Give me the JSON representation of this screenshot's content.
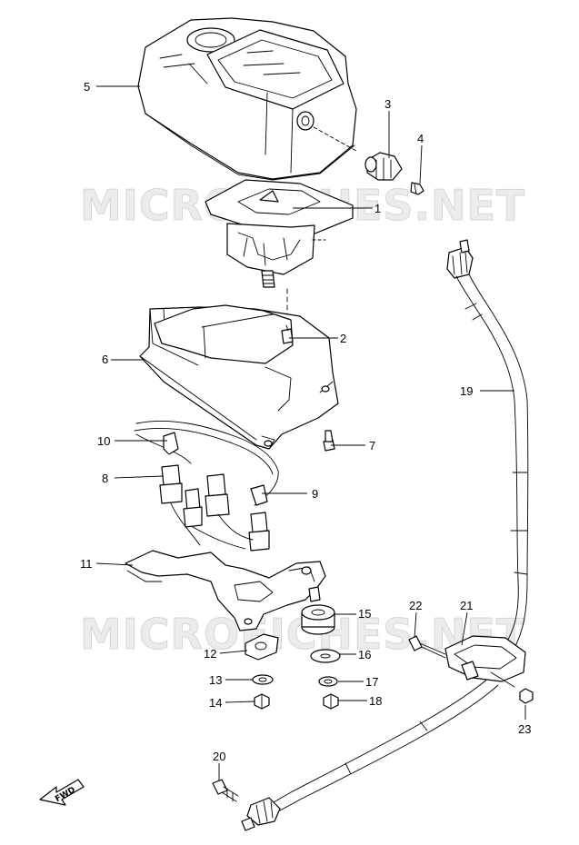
{
  "watermark": "MICROFICHES.NET",
  "direction_label": "FWD",
  "callouts": [
    {
      "id": "1",
      "label": "1",
      "target": "meter-case-assembly"
    },
    {
      "id": "2",
      "label": "2",
      "target": "case-screw"
    },
    {
      "id": "3",
      "label": "3",
      "target": "cable-drive-nut"
    },
    {
      "id": "4",
      "label": "4",
      "target": "small-screw"
    },
    {
      "id": "5",
      "label": "5",
      "target": "upper-cover"
    },
    {
      "id": "6",
      "label": "6",
      "target": "lower-cover"
    },
    {
      "id": "7",
      "label": "7",
      "target": "lower-cover-screw"
    },
    {
      "id": "8",
      "label": "8",
      "target": "bulb-socket"
    },
    {
      "id": "9",
      "label": "9",
      "target": "bulb"
    },
    {
      "id": "10",
      "label": "10",
      "target": "wire-harness-bulb"
    },
    {
      "id": "11",
      "label": "11",
      "target": "mounting-bracket"
    },
    {
      "id": "12",
      "label": "12",
      "target": "bracket-clamp"
    },
    {
      "id": "13",
      "label": "13",
      "target": "washer-left"
    },
    {
      "id": "14",
      "label": "14",
      "target": "nut-left"
    },
    {
      "id": "15",
      "label": "15",
      "target": "rubber-cushion"
    },
    {
      "id": "16",
      "label": "16",
      "target": "flat-washer"
    },
    {
      "id": "17",
      "label": "17",
      "target": "washer-right"
    },
    {
      "id": "18",
      "label": "18",
      "target": "nut-right"
    },
    {
      "id": "19",
      "label": "19",
      "target": "speedometer-cable"
    },
    {
      "id": "20",
      "label": "20",
      "target": "cable-end-bolt"
    },
    {
      "id": "21",
      "label": "21",
      "target": "cable-guide-clamp"
    },
    {
      "id": "22",
      "label": "22",
      "target": "clamp-bolt"
    },
    {
      "id": "23",
      "label": "23",
      "target": "clamp-nut"
    }
  ]
}
